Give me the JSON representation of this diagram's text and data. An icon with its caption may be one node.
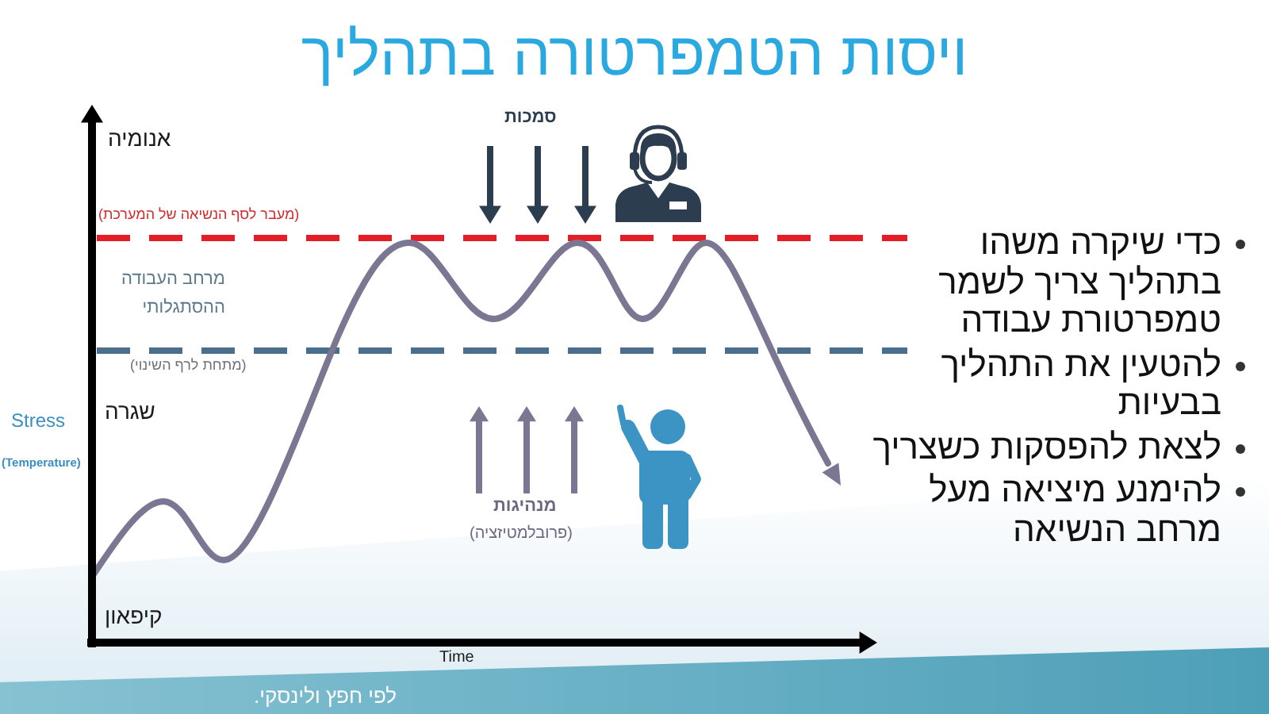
{
  "diagram": {
    "title": "ויסות הטמפרטורה בתהליך",
    "labels": [
      "אנומיה",
      "סמכות",
      "(מעבר לסף הנשיאה של המערכת)",
      "מרחב העבודה ההסתגלותי",
      "(מתחת לרף השינוי)",
      "שגרה",
      "Stress",
      "(Temperature)",
      "מנהיגות",
      "(פרובלמטיזציה)",
      "קיפאון",
      "Time",
      "כדי שיקרה משהו בתהליך צריך לשמר טמפרטורת עבודה",
      "להטעין את התהליך בבעיות",
      "לצאת להפסקות כשצריך",
      "להימנע מיציאה מעל מרחב הנשיאה",
      "לפי חפץ ולינסקי."
    ]
  }
}
